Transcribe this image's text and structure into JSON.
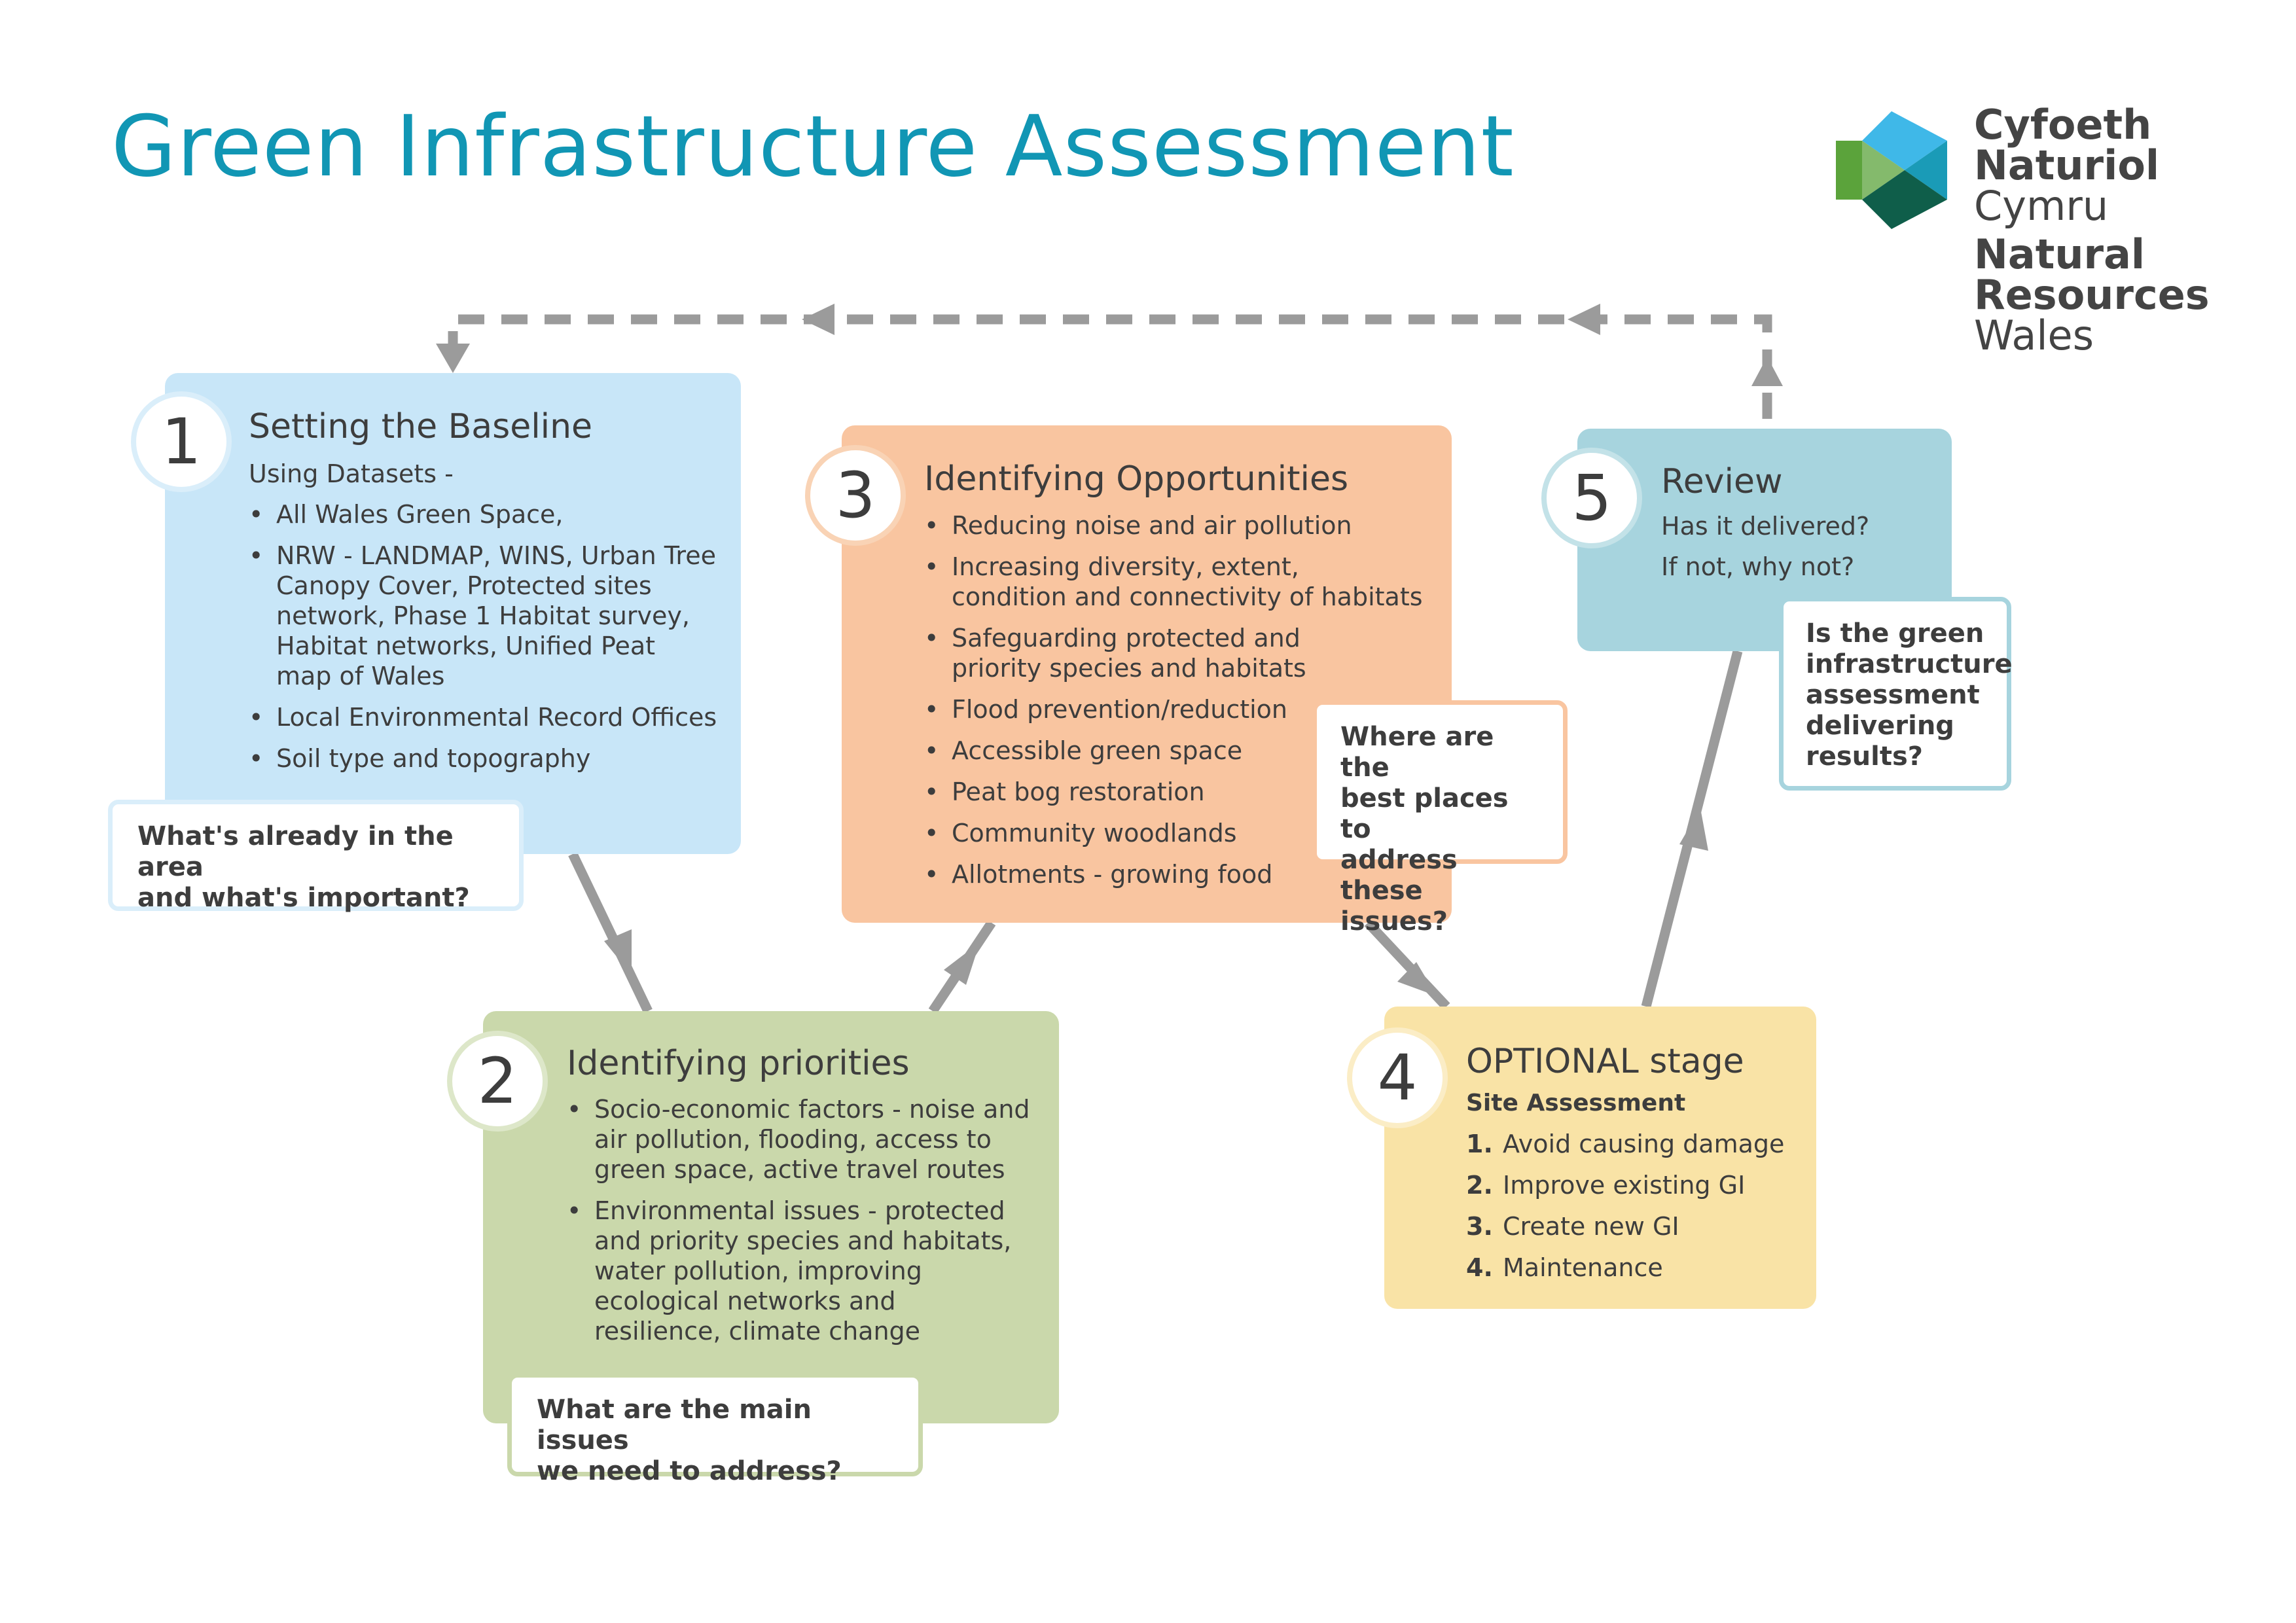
{
  "title": "Green Infrastructure Assessment",
  "logo": {
    "welsh_line1": "Cyfoeth",
    "welsh_line2": "Naturiol",
    "welsh_line3": "Cymru",
    "english_line1": "Natural",
    "english_line2": "Resources",
    "english_line3": "Wales",
    "colors": [
      "#3fb8e8",
      "#1a9bb7",
      "#5ba33b",
      "#0f5e4a",
      "#2a7f6a"
    ]
  },
  "colors": {
    "title": "#1196b4",
    "stage1": "#c8e6f8",
    "stage2": "#cad8ab",
    "stage3": "#f9c5a0",
    "stage4": "#f9e3a6",
    "stage5": "#a7d4de",
    "arrow": "#9b9b9b"
  },
  "stages": {
    "s1": {
      "number": "1",
      "heading": "Setting the Baseline",
      "subtitle": "Using Datasets -",
      "bullets": [
        "All Wales Green Space,",
        "NRW - LANDMAP, WINS, Urban Tree\nCanopy Cover, Protected sites\nnetwork, Phase 1 Habitat survey,\nHabitat networks, Unified Peat\nmap of Wales",
        "Local Environmental Record Offices",
        "Soil type and topography"
      ],
      "question": "What's already in the area\nand what's important?"
    },
    "s2": {
      "number": "2",
      "heading": "Identifying priorities",
      "bullets": [
        "Socio-economic factors - noise and\nair pollution, flooding, access to\ngreen space, active travel routes",
        "Environmental issues - protected\nand priority species and habitats,\nwater pollution, improving\necological networks and\nresilience, climate change"
      ],
      "question": "What are the main issues\nwe need to address?"
    },
    "s3": {
      "number": "3",
      "heading": "Identifying Opportunities",
      "bullets": [
        "Reducing noise and air pollution",
        "Increasing diversity, extent,\ncondition and connectivity of habitats",
        "Safeguarding protected and\npriority species and habitats",
        "Flood prevention/reduction",
        "Accessible green space",
        "Peat bog restoration",
        "Community woodlands",
        "Allotments - growing food"
      ],
      "question": "Where are the\nbest places to\naddress these\nissues?"
    },
    "s4": {
      "number": "4",
      "heading": "OPTIONAL stage",
      "subtitle": "Site Assessment",
      "items": [
        {
          "num": "1.",
          "text": "Avoid causing damage"
        },
        {
          "num": "2.",
          "text": "Improve existing GI"
        },
        {
          "num": "3.",
          "text": "Create new GI"
        },
        {
          "num": "4.",
          "text": "Maintenance"
        }
      ]
    },
    "s5": {
      "number": "5",
      "heading": "Review",
      "line1": "Has it delivered?",
      "line2": "If not, why not?",
      "question": "Is the green\ninfrastructure\nassessment\ndelivering\nresults?"
    }
  }
}
